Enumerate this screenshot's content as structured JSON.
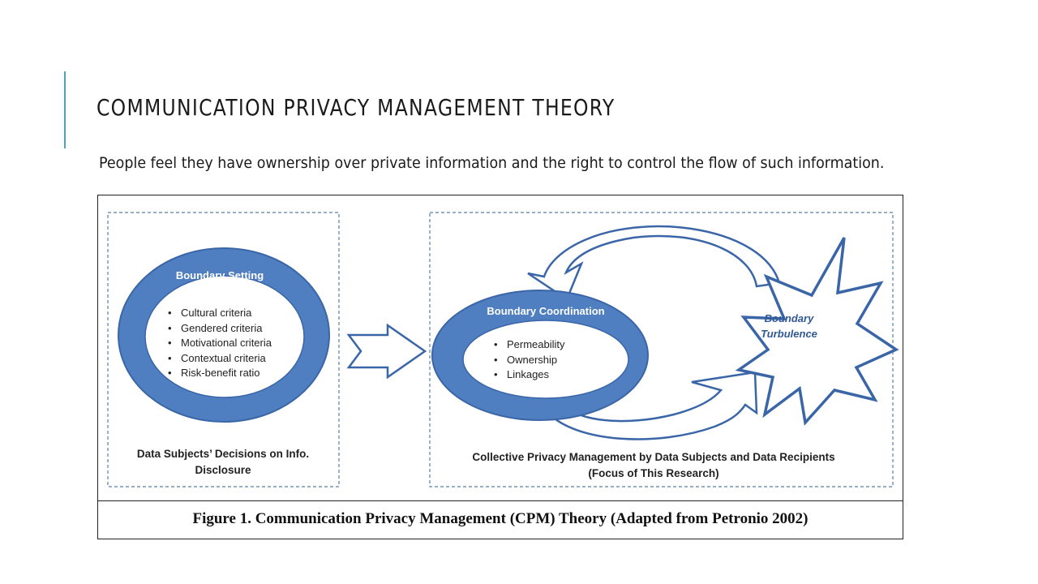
{
  "slide": {
    "title": "COMMUNICATION PRIVACY MANAGEMENT THEORY",
    "subtitle": "People feel they have ownership over private information and the right to control the flow of such information."
  },
  "figure": {
    "caption": "Figure 1. Communication Privacy Management (CPM) Theory (Adapted from Petronio 2002)",
    "left_panel": {
      "ring_title": "Boundary Setting",
      "items": [
        "Cultural criteria",
        "Gendered criteria",
        "Motivational criteria",
        "Contextual criteria",
        "Risk-benefit ratio"
      ],
      "caption_line1": "Data Subjects’ Decisions on Info.",
      "caption_line2": "Disclosure"
    },
    "right_panel": {
      "ring_title": "Boundary Coordination",
      "items": [
        "Permeability",
        "Ownership",
        "Linkages"
      ],
      "turbulence_line1": "Boundary",
      "turbulence_line2": "Turbulence",
      "caption_line1": "Collective Privacy Management by Data Subjects and Data Recipients",
      "caption_line2": "(Focus of This Research)"
    }
  },
  "colors": {
    "accent_bar": "#4aa3c4",
    "ring_fill": "#4f7fc1",
    "ring_stroke": "#3a66a8",
    "dashed_border": "#5b7fa9",
    "turbulence_text": "#2f5897"
  }
}
